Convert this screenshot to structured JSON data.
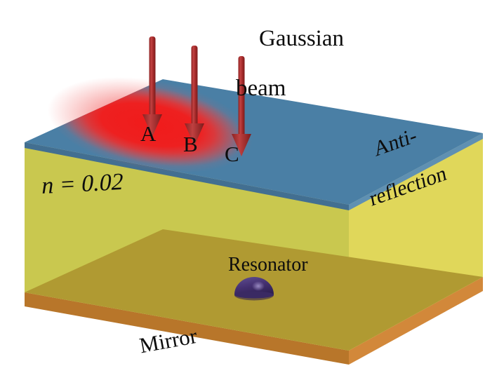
{
  "figure": {
    "type": "schematic-diagram",
    "caption_labels": {
      "gaussian_line1": "Gaussian",
      "gaussian_line2": "beam",
      "antireflection_line1": "Anti-",
      "antireflection_line2": "reflection",
      "refractive_index": "n = 0.02",
      "resonator": "Resonator",
      "mirror": "Mirror"
    },
    "beam_points": [
      {
        "id": "A",
        "label": "A"
      },
      {
        "id": "B",
        "label": "B"
      },
      {
        "id": "C",
        "label": "C"
      }
    ],
    "colors": {
      "background": "#ffffff",
      "top_coating": "#4a7fa5",
      "top_coating_edge": "#5f90b2",
      "slab_front": "#c9c84f",
      "slab_right": "#e0d75a",
      "slab_floor": "#b09a32",
      "mirror_front": "#b8762a",
      "mirror_right": "#d2883a",
      "beam_arrow": "#b02b2b",
      "beam_arrow_dark": "#8e2020",
      "spot_glow": "#ee2222",
      "resonator": "#453172",
      "resonator_highlight": "#7a6aa8",
      "text": "#0d0d0d"
    }
  }
}
